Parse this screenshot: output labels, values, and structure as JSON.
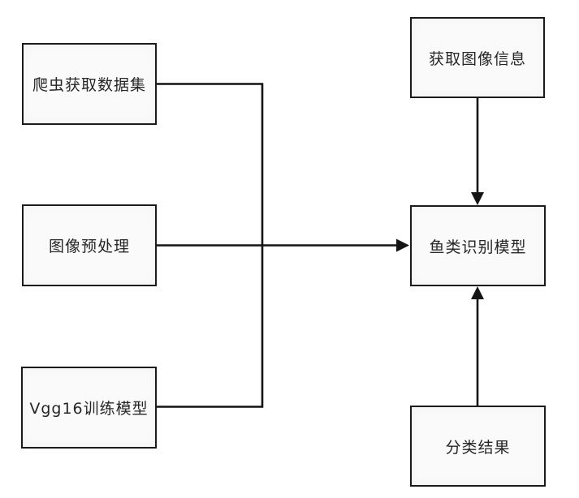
{
  "diagram": {
    "type": "flowchart",
    "background": "#ffffff",
    "colors": {
      "box_fill": "#fafafa",
      "box_border": "#1b1b1b",
      "line": "#141414",
      "text": "#262626"
    },
    "nodes": [
      {
        "id": "crawler-dataset",
        "label": "爬虫获取数据集"
      },
      {
        "id": "image-preprocessing",
        "label": "图像预处理"
      },
      {
        "id": "vgg16-training-model",
        "label": "Vgg16训练模型"
      },
      {
        "id": "acquire-image-info",
        "label": "获取图像信息"
      },
      {
        "id": "fish-recognition-model",
        "label": "鱼类识别模型"
      },
      {
        "id": "classification-result",
        "label": "分类结果"
      }
    ],
    "edges": [
      {
        "from": "爬虫获取数据集",
        "to": "鱼类识别模型",
        "style": "elbow into shared vertical bus, merged arrow enters left side of 鱼类识别模型"
      },
      {
        "from": "图像预处理",
        "to": "鱼类识别模型",
        "style": "straight horizontal, arrowhead at left side of 鱼类识别模型"
      },
      {
        "from": "Vgg16训练模型",
        "to": "鱼类识别模型",
        "style": "elbow into shared vertical bus, merged arrow enters left side of 鱼类识别模型"
      },
      {
        "from": "获取图像信息",
        "to": "鱼类识别模型",
        "style": "straight vertical down, arrowhead at top of 鱼类识别模型"
      },
      {
        "from": "分类结果",
        "to": "鱼类识别模型",
        "style": "straight vertical up, arrowhead at bottom of 鱼类识别模型"
      }
    ]
  }
}
